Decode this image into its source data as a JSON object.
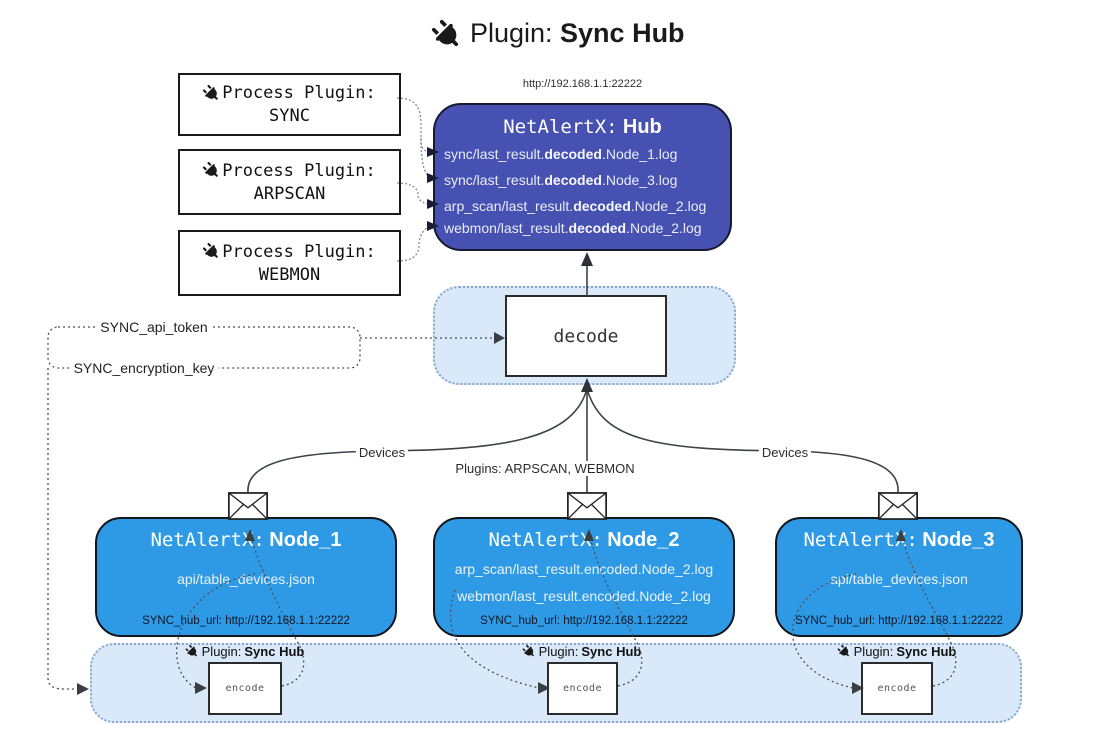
{
  "title": {
    "prefix": "Plugin:",
    "name": "Sync Hub"
  },
  "process_plugins": [
    {
      "label": "Process Plugin:",
      "name": "SYNC"
    },
    {
      "label": "Process Plugin:",
      "name": "ARPSCAN"
    },
    {
      "label": "Process Plugin:",
      "name": "WEBMON"
    }
  ],
  "hub": {
    "url": "http://192.168.1.1:22222",
    "title_prefix": "NetAlertX:",
    "title_name": "Hub",
    "logs": [
      {
        "pre": "sync/last_result.",
        "bold": "decoded",
        "post": ".Node_1.log"
      },
      {
        "pre": "sync/last_result.",
        "bold": "decoded",
        "post": ".Node_3.log"
      },
      {
        "pre": "arp_scan/last_result.",
        "bold": "decoded",
        "post": ".Node_2.log"
      },
      {
        "pre": "webmon/last_result.",
        "bold": "decoded",
        "post": ".Node_2.log"
      }
    ]
  },
  "decode": {
    "label": "decode"
  },
  "secrets": {
    "api_token": "SYNC_api_token",
    "encryption_key": "SYNC_encryption_key"
  },
  "edge_labels": {
    "devices_left": "Devices",
    "devices_right": "Devices",
    "plugins_mid": "Plugins: ARPSCAN, WEBMON"
  },
  "nodes": [
    {
      "title_prefix": "NetAlertX:",
      "title_name": "Node_1",
      "files": [
        "api/table_devices.json"
      ],
      "hub_url": "SYNC_hub_url: http://192.168.1.1:22222"
    },
    {
      "title_prefix": "NetAlertX:",
      "title_name": "Node_2",
      "files": [
        "arp_scan/last_result.encoded.Node_2.log",
        "webmon/last_result.encoded.Node_2.log"
      ],
      "hub_url": "SYNC_hub_url: http://192.168.1.1:22222"
    },
    {
      "title_prefix": "NetAlertX:",
      "title_name": "Node_3",
      "files": [
        "api/table_devices.json"
      ],
      "hub_url": "SYNC_hub_url: http://192.168.1.1:22222"
    }
  ],
  "encoders": [
    {
      "plugin_prefix": "Plugin:",
      "plugin_name": "Sync Hub",
      "label": "encode"
    },
    {
      "plugin_prefix": "Plugin:",
      "plugin_name": "Sync Hub",
      "label": "encode"
    },
    {
      "plugin_prefix": "Plugin:",
      "plugin_name": "Sync Hub",
      "label": "encode"
    }
  ],
  "colors": {
    "hub_fill": "#4651b2",
    "node_fill": "#2e9ae5",
    "panel_fill": "#d9e9fa",
    "panel_border": "#86a6cc",
    "arrow_dark": "#3f4347",
    "text_light": "#e9edf7"
  }
}
